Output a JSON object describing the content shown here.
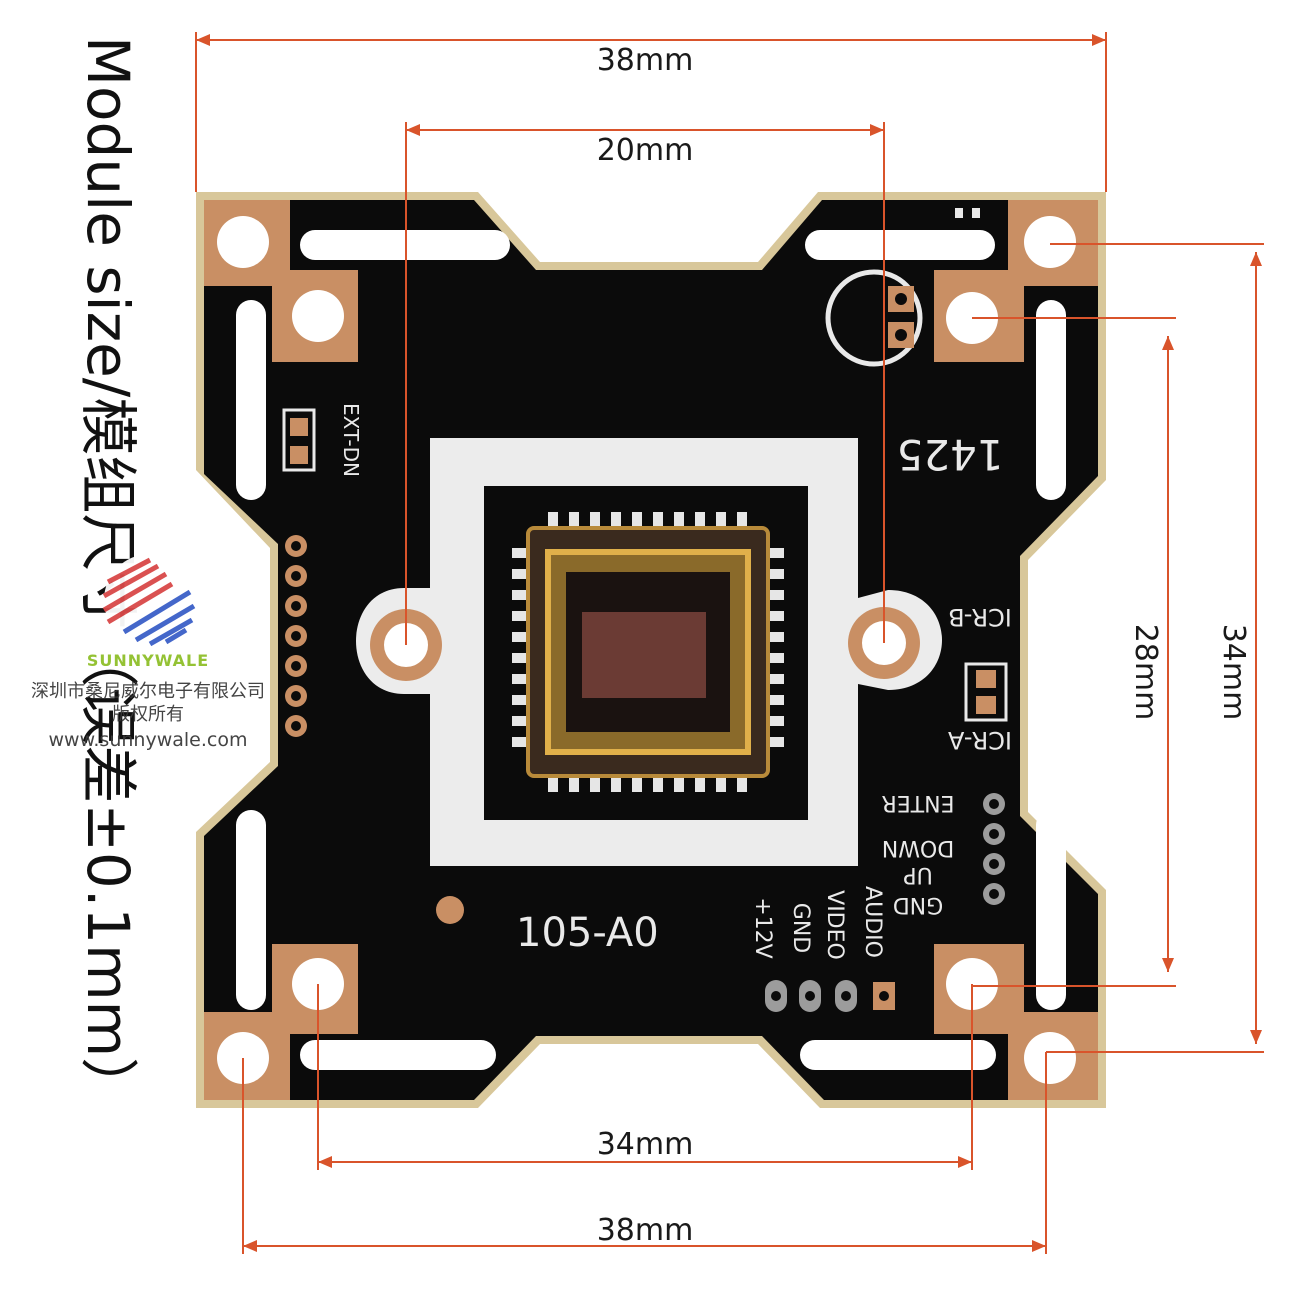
{
  "title": "Module size/模组尺寸（误差±0.1mm）",
  "dimensions": {
    "top_outer": "38mm",
    "top_inner": "20mm",
    "bottom_inner": "34mm",
    "bottom_outer": "38mm",
    "right_inner": "28mm",
    "right_outer": "34mm"
  },
  "board_silkscreen": {
    "model": "105-A0",
    "date_code": "1425",
    "label_ext_dn": "EXT-DN",
    "label_icr_b": "ICR-B",
    "label_icr_a": "ICR-A",
    "keys": [
      "ENTER",
      "DOWN",
      "UP",
      "GND"
    ],
    "power_pins": [
      "+12V",
      "GND",
      "VIDEO",
      "AUDIO"
    ]
  },
  "watermark": {
    "brand": "SUNNYWALE",
    "company": "深圳市桑尼威尔电子有限公司",
    "rights": "版权所有",
    "url": "www.sunnywale.com"
  },
  "colors": {
    "dimension_line": "#d9542b",
    "pcb": "#0b0b0b",
    "copper_pad": "#c98f64",
    "board_edge": "#d8c79a",
    "silkscreen": "#e9e9e9"
  }
}
